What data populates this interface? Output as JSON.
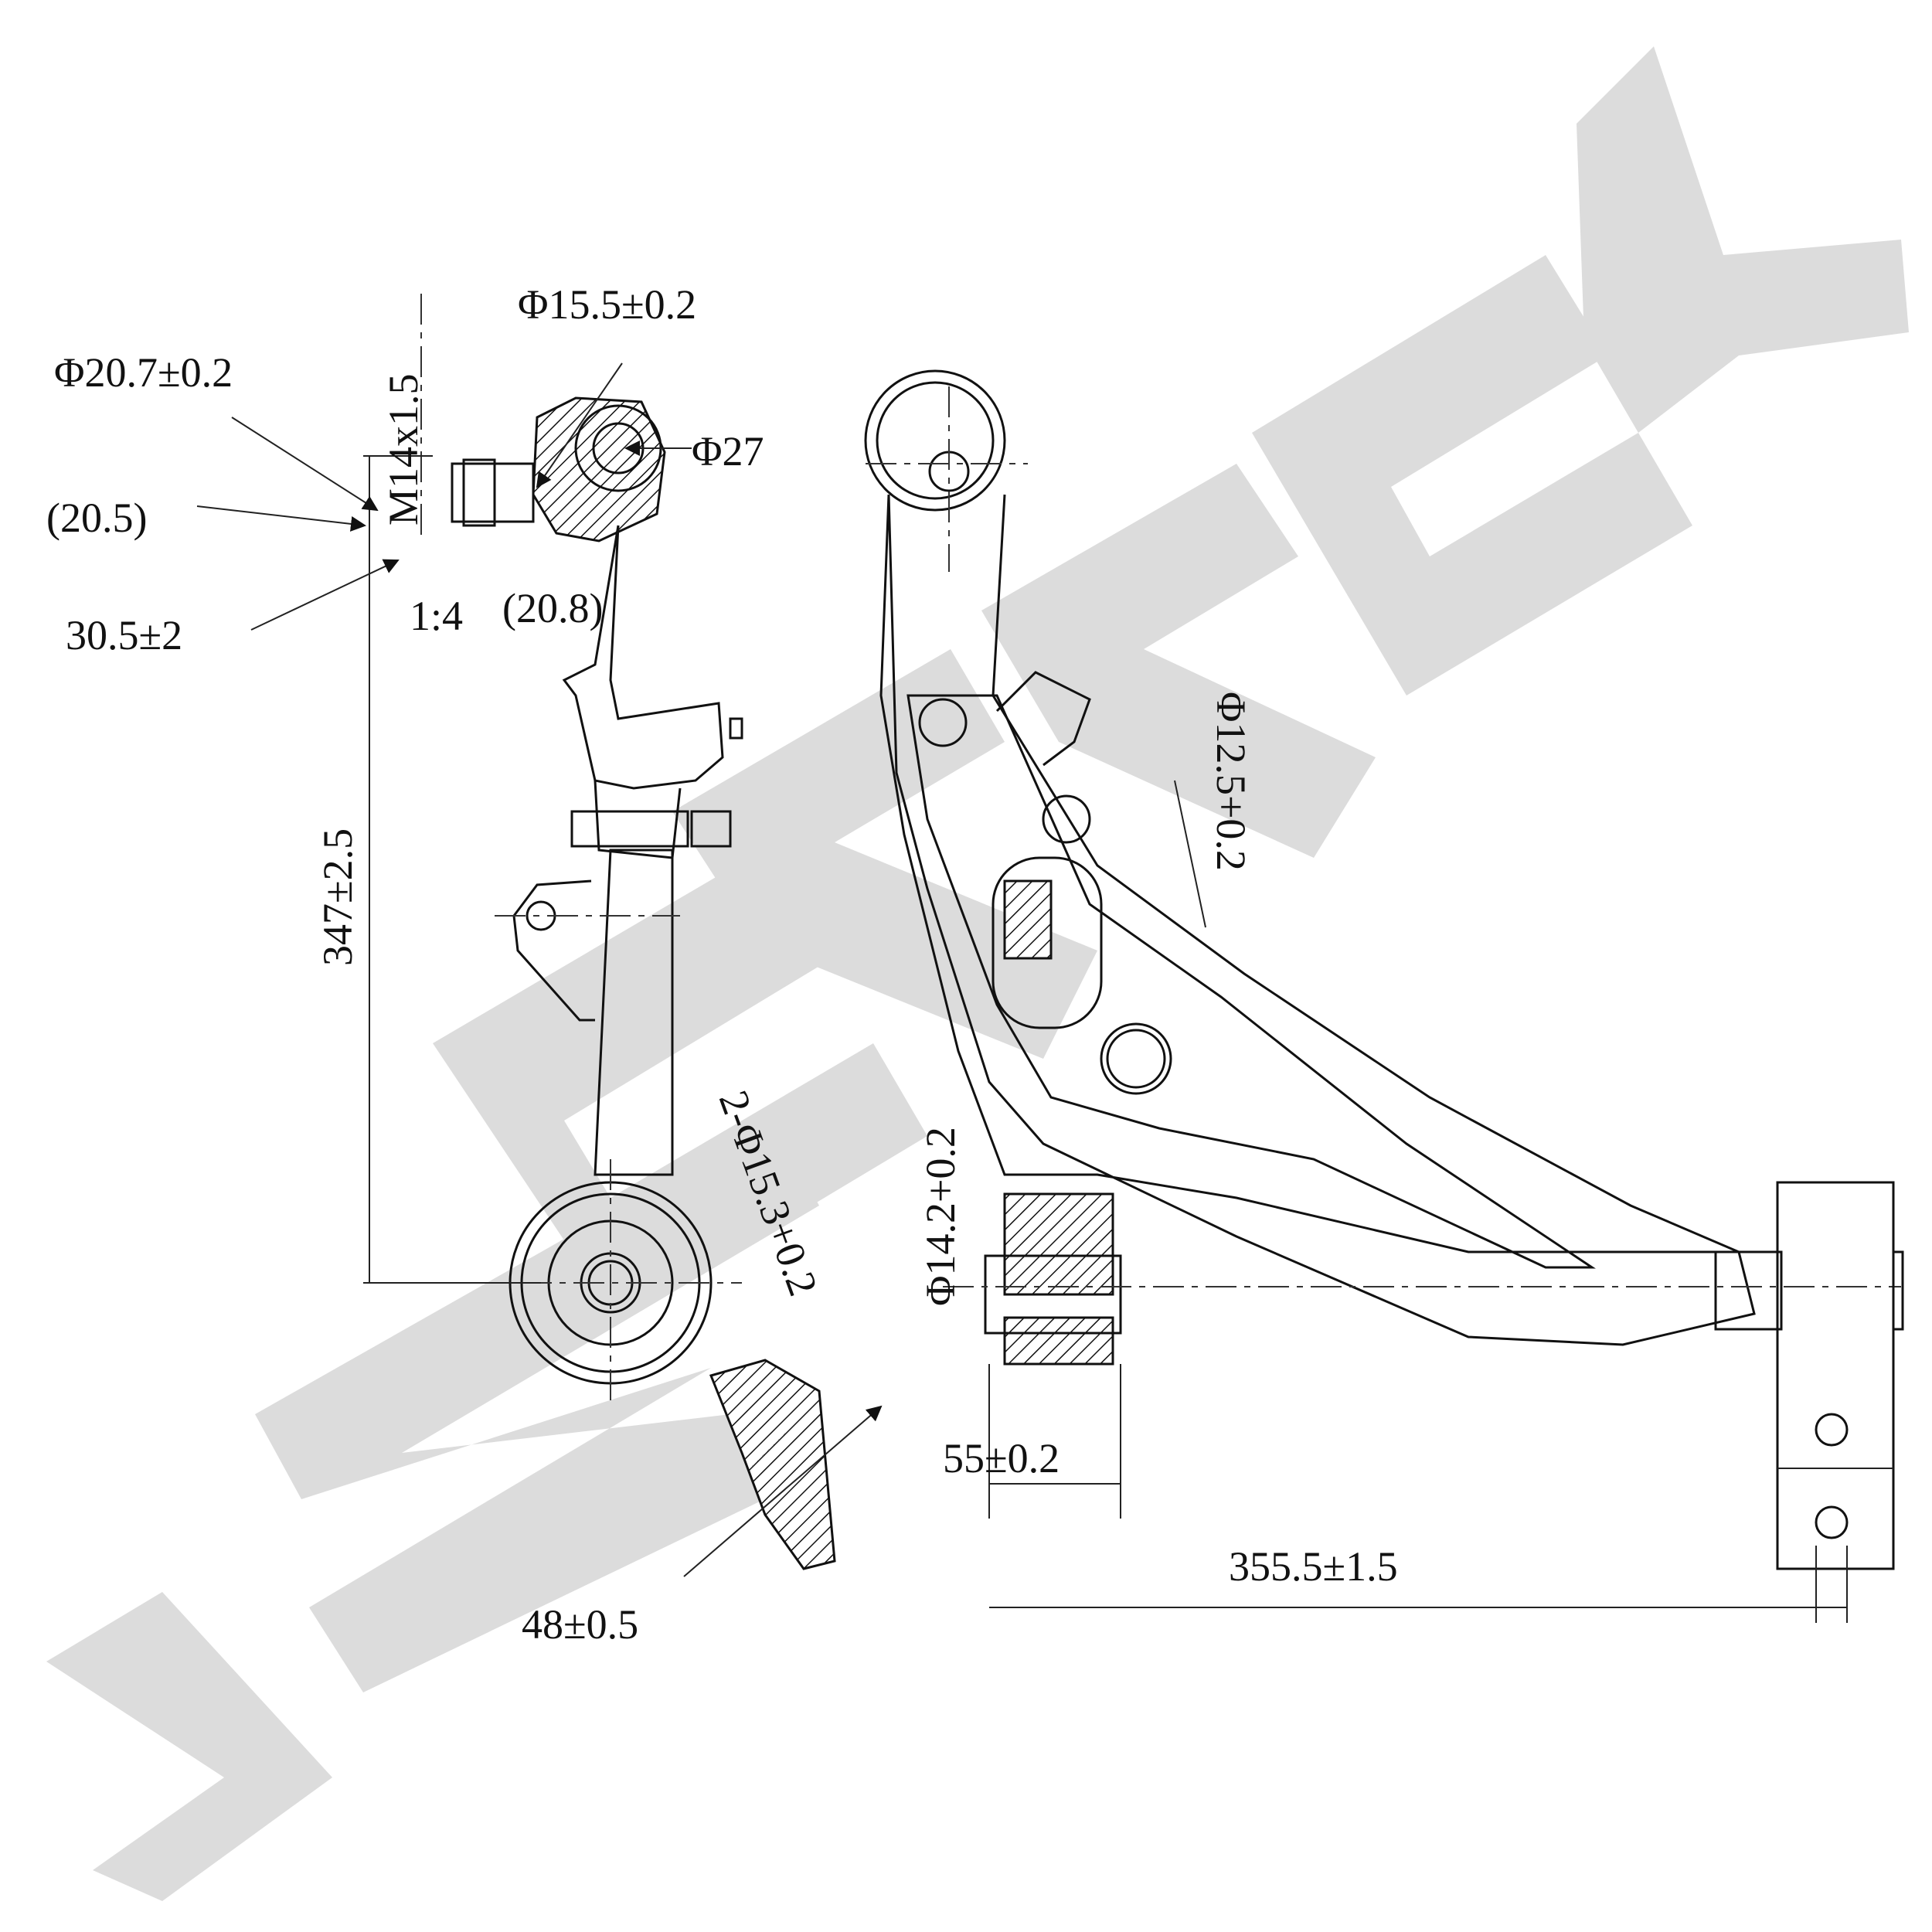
{
  "brand": {
    "watermark_text": "ZENNEK",
    "watermark_color": "#dcdcdc"
  },
  "dimensions": {
    "ball_stud_dia": "Φ20.7±0.2",
    "ball_dia": "Φ15.5±0.2",
    "thread": "M14x1.5",
    "housing_dia": "Φ27",
    "ref_20_5": "(20.5)",
    "stud_len": "30.5±2",
    "taper": "1:4",
    "ref_20_8": "(20.8)",
    "height": "347±2.5",
    "hole_pair": "2-Φ15.3+0.2",
    "flange": "48±0.5",
    "bushing_dia": "Φ14.2+0.2",
    "bushing_width": "55±0.2",
    "mount_hole": "Φ12.5+0.2",
    "span": "355.5±1.5"
  }
}
